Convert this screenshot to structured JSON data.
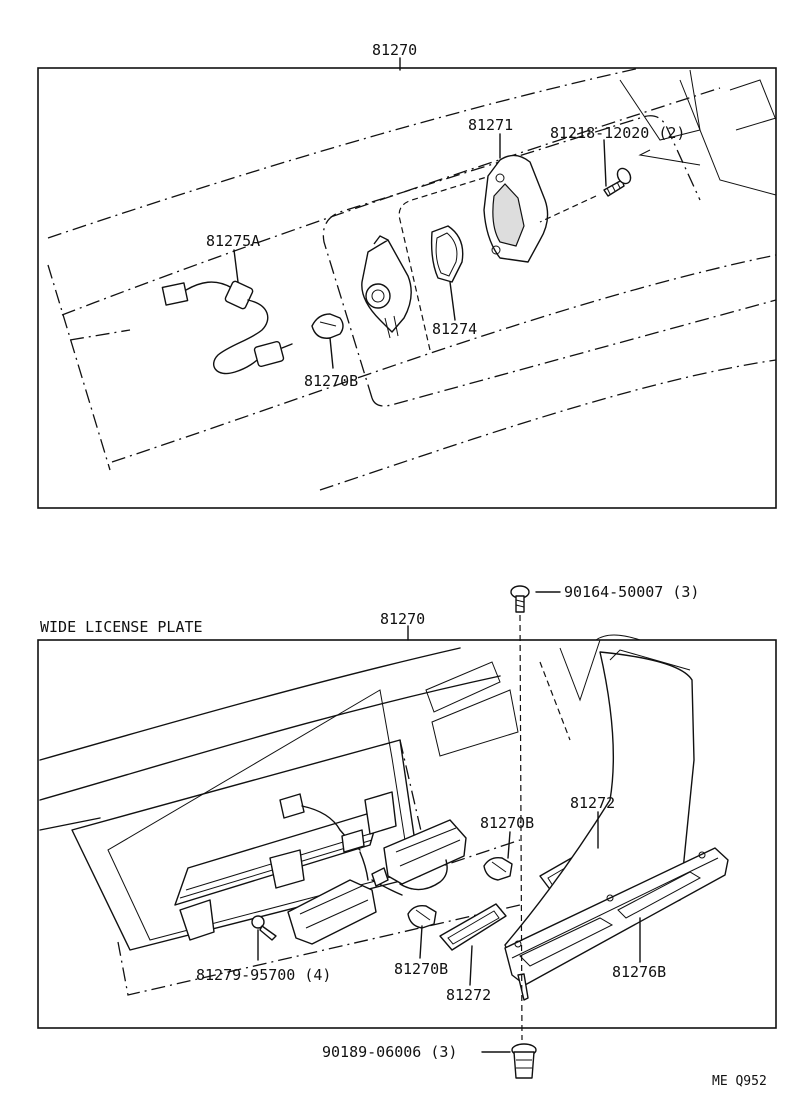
{
  "diagram": {
    "top_panel": {
      "callouts": [
        {
          "id": "c1",
          "text": "81270"
        },
        {
          "id": "c2",
          "text": "81271"
        },
        {
          "id": "c3",
          "text": "81218-12020 (2)"
        },
        {
          "id": "c4",
          "text": "81275A"
        },
        {
          "id": "c5",
          "text": "81274"
        },
        {
          "id": "c6",
          "text": "81270B"
        }
      ]
    },
    "bottom_panel": {
      "section_title": "WIDE LICENSE PLATE",
      "callouts": [
        {
          "id": "d1",
          "text": "90164-50007 (3)"
        },
        {
          "id": "d2",
          "text": "81270"
        },
        {
          "id": "d3",
          "text": "81272"
        },
        {
          "id": "d4",
          "text": "81270B"
        },
        {
          "id": "d5",
          "text": "81279-95700 (4)"
        },
        {
          "id": "d6",
          "text": "81270B"
        },
        {
          "id": "d7",
          "text": "81276B"
        },
        {
          "id": "d8",
          "text": "81272"
        },
        {
          "id": "d9",
          "text": "90189-06006 (3)"
        }
      ]
    },
    "drawing_code": "ME Q952"
  }
}
